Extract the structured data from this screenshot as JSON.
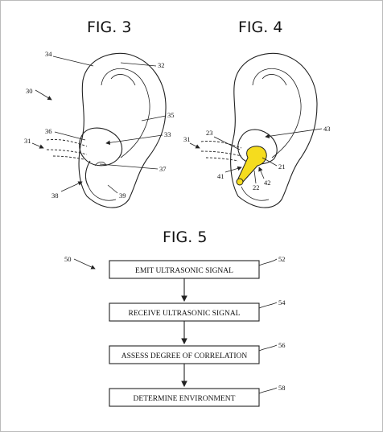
{
  "figures": {
    "fig3": {
      "title": "FIG. 3",
      "refs": {
        "r30": "30",
        "r31": "31",
        "r32": "32",
        "r33": "33",
        "r34": "34",
        "r35": "35",
        "r36": "36",
        "r37": "37",
        "r38": "38",
        "r39": "39"
      }
    },
    "fig4": {
      "title": "FIG. 4",
      "refs": {
        "r21": "21",
        "r22": "22",
        "r23": "23",
        "r31": "31",
        "r41": "41",
        "r42": "42",
        "r43": "43"
      },
      "earbud_color": "#f5dc1e"
    },
    "fig5": {
      "title": "FIG. 5",
      "flow_ref": "50",
      "steps": [
        {
          "label": "EMIT ULTRASONIC SIGNAL",
          "ref": "52"
        },
        {
          "label": "RECEIVE ULTRASONIC SIGNAL",
          "ref": "54"
        },
        {
          "label": "ASSESS DEGREE OF CORRELATION",
          "ref": "56"
        },
        {
          "label": "DETERMINE ENVIRONMENT",
          "ref": "58"
        }
      ]
    }
  }
}
